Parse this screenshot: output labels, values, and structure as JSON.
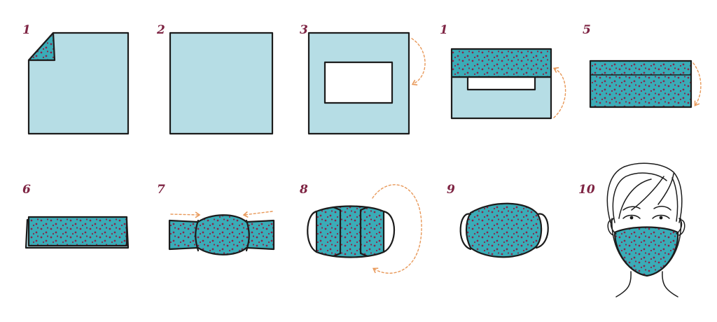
{
  "colors": {
    "plain_fabric": "#b6dde5",
    "print_fabric": "#3aacb7",
    "dots": "#8a2549",
    "outline": "#1c1c1c",
    "arrow": "#e8995a",
    "step_number": "#7e2443"
  },
  "steps": [
    {
      "number": "1",
      "icon": "folded-corner-square-icon"
    },
    {
      "number": "2",
      "icon": "plain-square-icon"
    },
    {
      "number": "3",
      "icon": "square-with-window-icon"
    },
    {
      "number": "1",
      "icon": "fold-top-down-icon"
    },
    {
      "number": "5",
      "icon": "folded-strip-icon"
    },
    {
      "number": "6",
      "icon": "flat-strip-icon"
    },
    {
      "number": "7",
      "icon": "bands-slide-in-icon"
    },
    {
      "number": "8",
      "icon": "ends-tucked-icon"
    },
    {
      "number": "9",
      "icon": "finished-mask-icon"
    },
    {
      "number": "10",
      "icon": "worn-mask-face-icon"
    }
  ]
}
